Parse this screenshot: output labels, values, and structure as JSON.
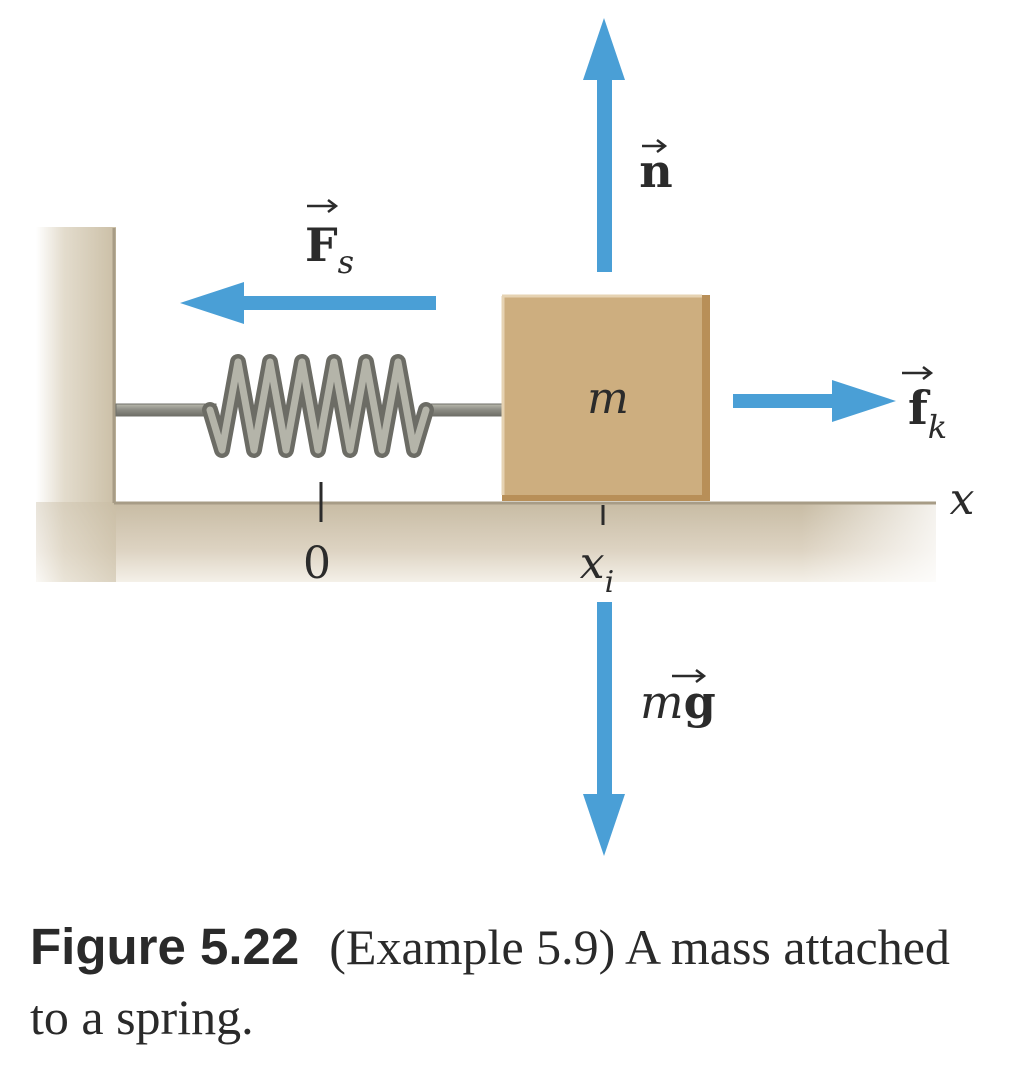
{
  "labels": {
    "normal_force": "n",
    "spring_force": "F",
    "spring_force_sub": "s",
    "friction_force": "f",
    "friction_force_sub": "k",
    "weight_coef": "m",
    "weight_vec": "g",
    "mass": "m",
    "axis": "x",
    "origin": "0",
    "initial_pos": "x",
    "initial_pos_sub": "i"
  },
  "caption": {
    "label": "Figure 5.22",
    "text": "(Example 5.9) A mass attached to a spring."
  },
  "colors": {
    "arrow": "#4a9fd6",
    "block": "#cdae7f",
    "block_edge": "#b88f58",
    "floor": "#d6cbb6",
    "spring": "#8e8e86"
  }
}
